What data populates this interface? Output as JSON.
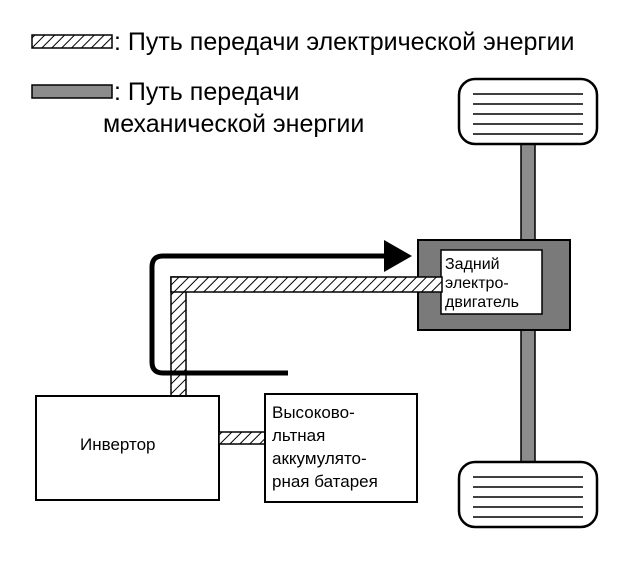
{
  "legend": {
    "electric_label": ": Путь передачи электрической энергии",
    "mechanical_label_line1": ": Путь передачи",
    "mechanical_label_line2": "механической энергии"
  },
  "components": {
    "inverter_label": "Инвертор",
    "battery_label_lines": [
      "Высоковольтная",
      "аккумулятор-",
      "ная батарея"
    ],
    "motor_label_lines": [
      "Задний",
      "электро-",
      "двигатель"
    ]
  },
  "battery_text": {
    "line1": "Высоково-",
    "line2": "льтная",
    "line3": "аккумулято-",
    "line4": "рная батарея"
  },
  "motor_text": {
    "line1": "Задний",
    "line2": "электро-",
    "line3": "двигатель"
  },
  "colors": {
    "mechanical_fill": "#8c8c8c",
    "motor_fill": "#7a7a7a",
    "line": "#000000",
    "background": "#ffffff"
  }
}
